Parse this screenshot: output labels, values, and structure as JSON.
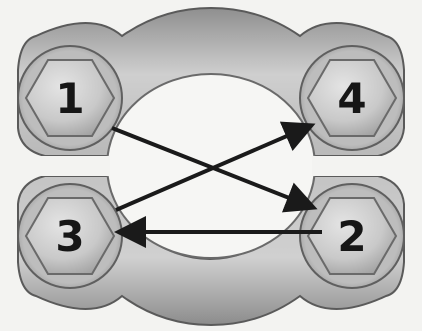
{
  "diagram": {
    "type": "bolt-tightening-sequence",
    "colors": {
      "metal_light": "#d6d6d6",
      "metal_mid": "#a8a8a8",
      "metal_dark": "#6e6e6e",
      "outline": "#555555",
      "arrow": "#1a1a1a",
      "background": "#f3f3f1"
    },
    "bolts": [
      {
        "id": "bolt-1",
        "label": "1"
      },
      {
        "id": "bolt-2",
        "label": "2"
      },
      {
        "id": "bolt-3",
        "label": "3"
      },
      {
        "id": "bolt-4",
        "label": "4"
      }
    ],
    "sequence": [
      {
        "from": "1",
        "to": "2"
      },
      {
        "from": "2",
        "to": "3"
      },
      {
        "from": "3",
        "to": "4"
      }
    ]
  }
}
